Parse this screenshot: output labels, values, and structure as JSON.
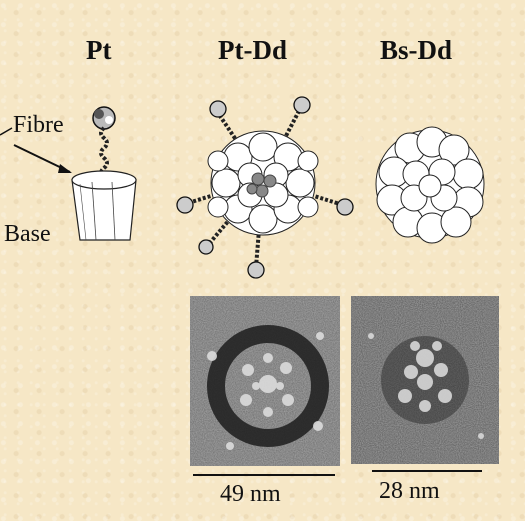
{
  "columns": {
    "pt": "Pt",
    "pt_dd": "Pt-Dd",
    "bs_dd": "Bs-Dd"
  },
  "labels": {
    "fibre": "Fibre",
    "base": "Base"
  },
  "micrographs": [
    {
      "scale_label": "49 nm"
    },
    {
      "scale_label": "28 nm"
    }
  ]
}
